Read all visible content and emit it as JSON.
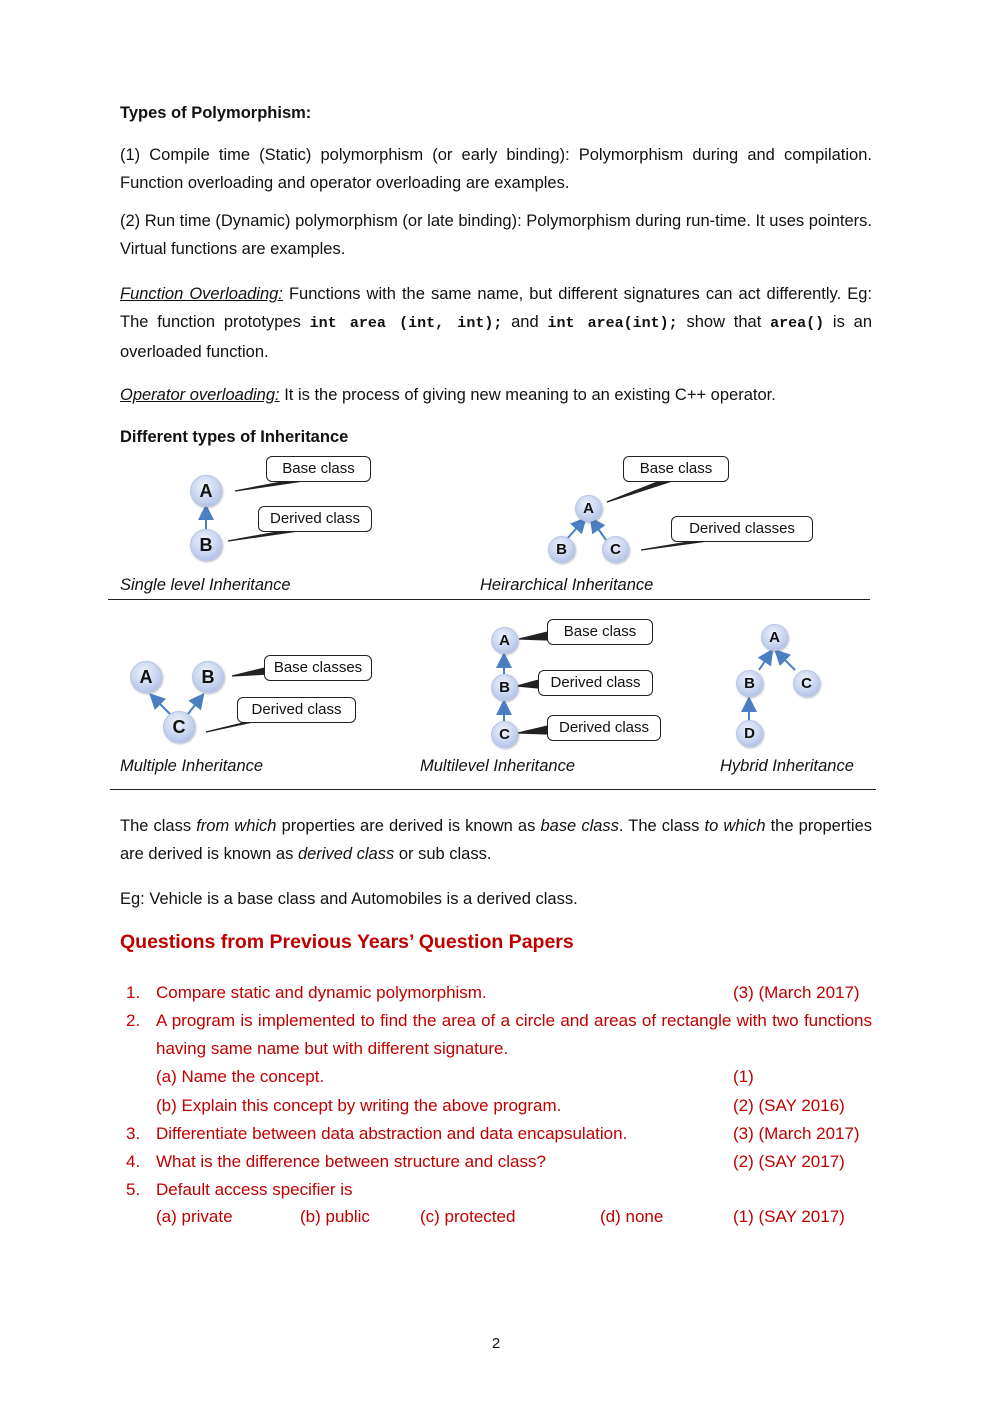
{
  "polymorphism": {
    "heading": "Types of Polymorphism:",
    "item1": "(1) Compile time (Static) polymorphism (or early binding): Polymorphism during and compilation. Function overloading and operator overloading are examples.",
    "item2": "(2) Run time (Dynamic) polymorphism (or late binding): Polymorphism during run-time. It uses pointers. Virtual functions are examples."
  },
  "function_overloading": {
    "term": "Function Overloading:",
    "text1": " Functions with the same name, but different signatures can act differently. Eg: The function prototypes ",
    "code1": "int area (int, int);",
    "text2": " and ",
    "code2": "int area(int);",
    "text3": " show that ",
    "code3": "area()",
    "text4": " is an overloaded function."
  },
  "operator_overloading": {
    "term": "Operator overloading:",
    "text": " It is the process of giving new meaning to an existing C++ operator."
  },
  "inheritance": {
    "heading": "Different types of Inheritance",
    "single": {
      "caption": "Single level Inheritance",
      "nodes": [
        "A",
        "B"
      ],
      "labels": [
        "Base class",
        "Derived class"
      ]
    },
    "hierarchical": {
      "caption": "Heirarchical Inheritance",
      "nodes": [
        "A",
        "B",
        "C"
      ],
      "labels": [
        "Base class",
        "Derived classes"
      ]
    },
    "multiple": {
      "caption": "Multiple Inheritance",
      "nodes": [
        "A",
        "B",
        "C"
      ],
      "labels": [
        "Base classes",
        "Derived class"
      ]
    },
    "multilevel": {
      "caption": "Multilevel Inheritance",
      "nodes": [
        "A",
        "B",
        "C"
      ],
      "labels": [
        "Base class",
        "Derived class",
        "Derived class"
      ]
    },
    "hybrid": {
      "caption": "Hybrid Inheritance",
      "nodes": [
        "A",
        "B",
        "C",
        "D"
      ]
    }
  },
  "definition": {
    "t1": "The class ",
    "i1": "from which",
    "t2": " properties are derived is known as ",
    "i2": "base class",
    "t3": ". The class ",
    "i3": "to which",
    "t4": " the properties are derived is known as ",
    "i4": "derived class",
    "t5": " or sub class."
  },
  "example": "Eg: Vehicle is a base class and Automobiles is a derived class.",
  "questions": {
    "heading": "Questions from Previous Years’ Question Papers",
    "color": "#c00000",
    "items": [
      {
        "num": "1.",
        "text": "Compare static and dynamic polymorphism.",
        "marks": "(3) (March 2017)"
      },
      {
        "num": "2.",
        "text": "A program is implemented to find the area of a circle and areas of rectangle with two functions having same name but with different signature.",
        "subs": [
          {
            "text": "(a)  Name the concept.",
            "marks": "(1)"
          },
          {
            "text": "(b)  Explain this concept by writing the above program.",
            "marks": "(2) (SAY 2016)"
          }
        ]
      },
      {
        "num": "3.",
        "text": "Differentiate between data abstraction and data encapsulation.",
        "marks": "(3) (March 2017)"
      },
      {
        "num": "4.",
        "text": "What is the difference between structure and class?",
        "marks": "(2) (SAY 2017)"
      },
      {
        "num": "5.",
        "text": "Default access specifier is",
        "options": [
          "(a) private",
          "(b) public",
          "(c) protected",
          "(d) none"
        ],
        "marks": "(1) (SAY 2017)"
      }
    ]
  },
  "page_number": "2"
}
